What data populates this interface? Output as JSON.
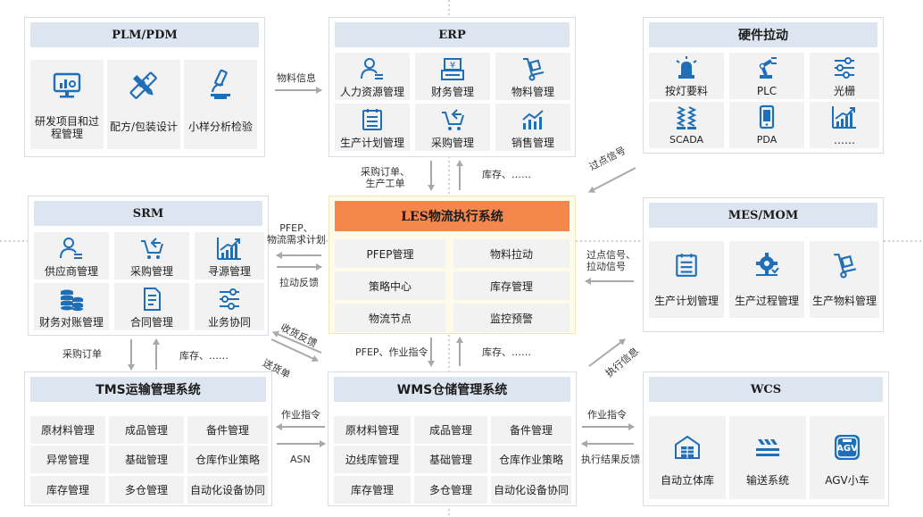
{
  "colors": {
    "icon_blue": "#1f6fb8",
    "header_fill": "#dde5f1",
    "cell_fill": "#f2f2f2",
    "les_header": "#f4874b",
    "les_panel": "#fffbea",
    "arrow": "#a9a9a9"
  },
  "plm": {
    "title": "PLM/PDM",
    "items": [
      {
        "label": "研发项目和过程管理",
        "icon": "monitor-chart-icon"
      },
      {
        "label": "配方/包装设计",
        "icon": "pencil-ruler-icon"
      },
      {
        "label": "小样分析检验",
        "icon": "microscope-icon"
      }
    ]
  },
  "erp": {
    "title": "ERP",
    "items": [
      {
        "label": "人力资源管理",
        "icon": "user-list-icon"
      },
      {
        "label": "财务管理",
        "icon": "yuan-register-icon"
      },
      {
        "label": "物料管理",
        "icon": "hand-truck-icon"
      },
      {
        "label": "生产计划管理",
        "icon": "calendar-list-icon"
      },
      {
        "label": "采购管理",
        "icon": "cart-return-icon"
      },
      {
        "label": "销售管理",
        "icon": "bar-trend-icon"
      }
    ]
  },
  "hw": {
    "title": "硬件拉动",
    "items": [
      {
        "label": "按灯要料",
        "icon": "beacon-light-icon"
      },
      {
        "label": "PLC",
        "icon": "robot-arm-icon"
      },
      {
        "label": "光栅",
        "icon": "sliders-icon"
      },
      {
        "label": "SCADA",
        "icon": "springs-icon"
      },
      {
        "label": "PDA",
        "icon": "phone-icon"
      },
      {
        "label": "……",
        "icon": "growth-chart-icon"
      }
    ]
  },
  "srm": {
    "title": "SRM",
    "items": [
      {
        "label": "供应商管理",
        "icon": "user-list-icon"
      },
      {
        "label": "采购管理",
        "icon": "cart-return-icon"
      },
      {
        "label": "寻源管理",
        "icon": "growth-chart-icon"
      },
      {
        "label": "财务对账管理",
        "icon": "coins-icon"
      },
      {
        "label": "合同管理",
        "icon": "document-icon"
      },
      {
        "label": "业务协同",
        "icon": "sliders-icon"
      }
    ]
  },
  "les": {
    "title": "LES物流执行系统",
    "items": [
      "PFEP管理",
      "物料拉动",
      "策略中心",
      "库存管理",
      "物流节点",
      "监控预警"
    ]
  },
  "mes": {
    "title": "MES/MOM",
    "items": [
      {
        "label": "生产计划管理",
        "icon": "calendar-list-icon"
      },
      {
        "label": "生产过程管理",
        "icon": "gear-check-icon"
      },
      {
        "label": "生产物料管理",
        "icon": "hand-truck-icon"
      }
    ]
  },
  "tms": {
    "title": "TMS运输管理系统",
    "items": [
      "原材料管理",
      "成品管理",
      "备件管理",
      "异常管理",
      "基础管理",
      "仓库作业策略",
      "库存管理",
      "多仓管理",
      "自动化设备协同"
    ]
  },
  "wms": {
    "title": "WMS仓储管理系统",
    "items": [
      "原材料管理",
      "成品管理",
      "备件管理",
      "边线库管理",
      "基础管理",
      "仓库作业策略",
      "库存管理",
      "多仓管理",
      "自动化设备协同"
    ]
  },
  "wcs": {
    "title": "WCS",
    "items": [
      {
        "label": "自动立体库",
        "icon": "warehouse-icon"
      },
      {
        "label": "输送系统",
        "icon": "conveyor-icon"
      },
      {
        "label": "AGV小车",
        "icon": "agv-icon"
      }
    ]
  },
  "flows": {
    "plm_erp": "物料信息",
    "erp_les_down": "采购订单、\n生产工单",
    "les_erp_up": "库存、……",
    "hw_les": "过点信号",
    "les_srm": "PFEP、\n物流需求计划",
    "srm_les": "拉动反馈",
    "mes_les": "过点信号、\n拉动信号",
    "les_tms": "收货反馈",
    "tms_les": "送货单",
    "les_wms_down": "PFEP、作业指令",
    "wms_les_up": "库存、……",
    "wcs_les": "执行信息",
    "srm_tms_down": "采购订单",
    "tms_srm_up": "库存、……",
    "wms_tms_cmd": "作业指令",
    "tms_wms_asn": "ASN",
    "wms_wcs_cmd": "作业指令",
    "wcs_wms_fb": "执行结果反馈"
  }
}
